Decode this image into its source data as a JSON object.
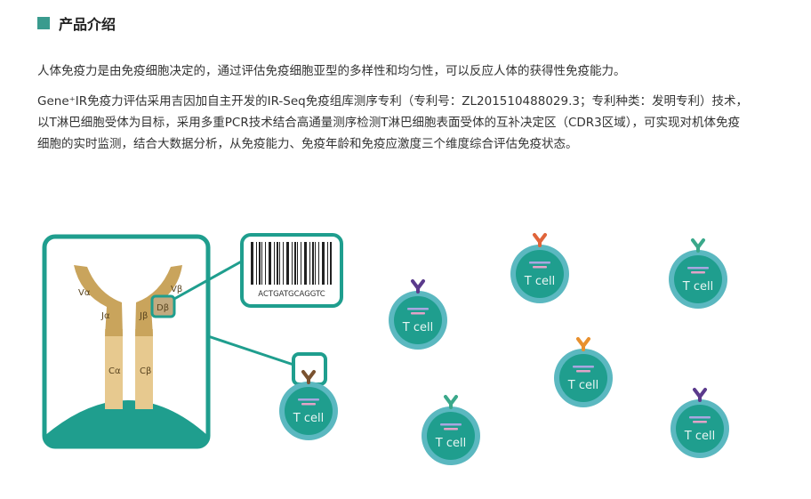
{
  "section": {
    "title": "产品介绍"
  },
  "paragraphs": [
    "人体免疫力是由免疫细胞决定的，通过评估免疫细胞亚型的多样性和均匀性，可以反应人体的获得性免疫能力。",
    "Gene⁺IR免疫力评估采用吉因加自主开发的IR-Seq免疫组库测序专利（专利号：ZL201510488029.3；专利种类：发明专利）技术，以T淋巴细胞受体为目标，采用多重PCR技术结合高通量测序检测T淋巴细胞表面受体的互补决定区（CDR3区域），可实现对机体免疫细胞的实时监测，结合大数据分析，从免疫能力、免疫年龄和免疫应激度三个维度综合评估免疫状态。"
  ],
  "diagram": {
    "labels": {
      "va": "Vα",
      "ja": "Jα",
      "ca": "Cα",
      "vb": "Vβ",
      "jb": "Jβ",
      "db": "Dβ",
      "cb": "Cβ"
    },
    "barcode": "ACTGATGCAGGTC",
    "cell_label": "T cell",
    "cells": [
      {
        "receptor_color": "#7a5230"
      },
      {
        "receptor_color": "#5b3a8c"
      },
      {
        "receptor_color": "#e0643a"
      },
      {
        "receptor_color": "#3aa88a"
      },
      {
        "receptor_color": "#e8902e"
      },
      {
        "receptor_color": "#3aa88a"
      },
      {
        "receptor_color": "#5b3a8c"
      }
    ],
    "teal": "#1f9e8e"
  }
}
